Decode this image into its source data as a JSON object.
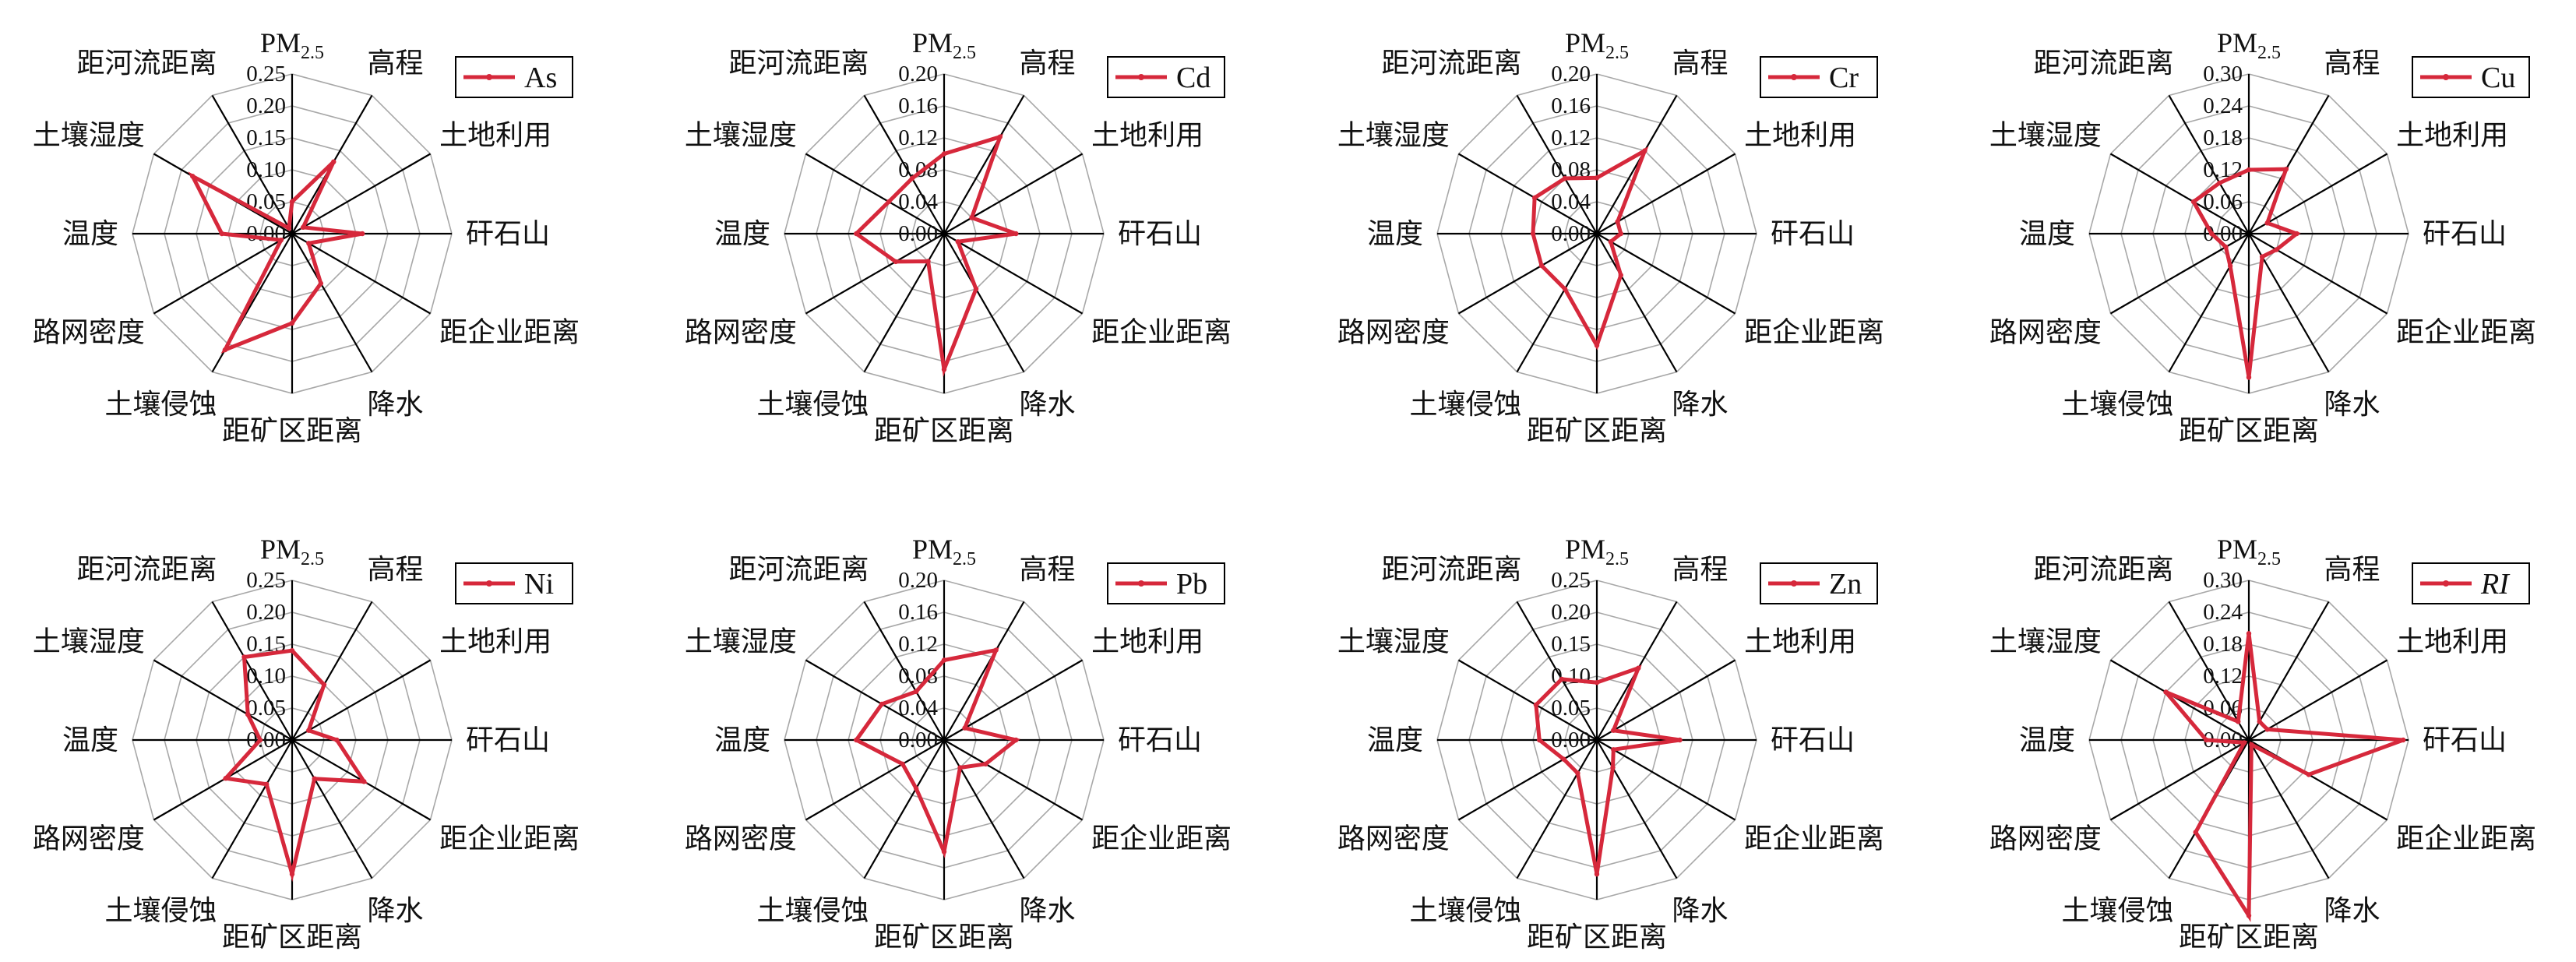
{
  "colors": {
    "series": "#d6283b",
    "axis": "#000000",
    "grid": "#a8a8a8",
    "text": "#111111"
  },
  "chart_data": [
    {
      "type": "radar",
      "title": "",
      "axes": [
        "PM2.5",
        "高程",
        "土地利用",
        "矸石山",
        "距企业距离",
        "降水",
        "距矿区距离",
        "土壤侵蚀",
        "路网密度",
        "温度",
        "土壤湿度",
        "距河流距离"
      ],
      "ticks": [
        "0.00",
        "0.05",
        "0.10",
        "0.15",
        "0.20",
        "0.25"
      ],
      "range": [
        0,
        0.25
      ],
      "grid": true,
      "legend": "top-right",
      "series": [
        {
          "name": "As",
          "italic": false,
          "values": [
            0.05,
            0.13,
            0.02,
            0.11,
            0.03,
            0.09,
            0.14,
            0.21,
            0.02,
            0.11,
            0.18,
            0.01
          ]
        }
      ]
    },
    {
      "type": "radar",
      "title": "",
      "axes": [
        "PM2.5",
        "高程",
        "土地利用",
        "矸石山",
        "距企业距离",
        "降水",
        "距矿区距离",
        "土壤侵蚀",
        "路网密度",
        "温度",
        "土壤湿度",
        "距河流距离"
      ],
      "ticks": [
        "0.00",
        "0.04",
        "0.08",
        "0.12",
        "0.16",
        "0.20"
      ],
      "range": [
        0,
        0.2
      ],
      "grid": true,
      "legend": "top-right",
      "series": [
        {
          "name": "Cd",
          "italic": false,
          "values": [
            0.1,
            0.14,
            0.04,
            0.09,
            0.02,
            0.08,
            0.17,
            0.04,
            0.07,
            0.11,
            0.08,
            0.08
          ]
        }
      ]
    },
    {
      "type": "radar",
      "title": "",
      "axes": [
        "PM2.5",
        "高程",
        "土地利用",
        "矸石山",
        "距企业距离",
        "降水",
        "距矿区距离",
        "土壤侵蚀",
        "路网密度",
        "温度",
        "土壤湿度",
        "距河流距离"
      ],
      "ticks": [
        "0.00",
        "0.04",
        "0.08",
        "0.12",
        "0.16",
        "0.20"
      ],
      "range": [
        0,
        0.2
      ],
      "grid": true,
      "legend": "top-right",
      "series": [
        {
          "name": "Cr",
          "italic": false,
          "values": [
            0.07,
            0.12,
            0.03,
            0.03,
            0.02,
            0.06,
            0.14,
            0.08,
            0.08,
            0.08,
            0.09,
            0.08
          ]
        }
      ]
    },
    {
      "type": "radar",
      "title": "",
      "axes": [
        "PM2.5",
        "高程",
        "土地利用",
        "矸石山",
        "距企业距离",
        "降水",
        "距矿区距离",
        "土壤侵蚀",
        "路网密度",
        "温度",
        "土壤湿度",
        "距河流距离"
      ],
      "ticks": [
        "0.00",
        "0.06",
        "0.12",
        "0.18",
        "0.24",
        "0.30"
      ],
      "range": [
        0,
        0.3
      ],
      "grid": true,
      "legend": "top-right",
      "series": [
        {
          "name": "Cu",
          "italic": false,
          "values": [
            0.12,
            0.14,
            0.04,
            0.09,
            0.06,
            0.05,
            0.27,
            0.07,
            0.05,
            0.07,
            0.12,
            0.11
          ]
        }
      ]
    },
    {
      "type": "radar",
      "title": "",
      "axes": [
        "PM2.5",
        "高程",
        "土地利用",
        "矸石山",
        "距企业距离",
        "降水",
        "距矿区距离",
        "土壤侵蚀",
        "路网密度",
        "温度",
        "土壤湿度",
        "距河流距离"
      ],
      "ticks": [
        "0.00",
        "0.05",
        "0.10",
        "0.15",
        "0.20",
        "0.25"
      ],
      "range": [
        0,
        0.25
      ],
      "grid": true,
      "legend": "top-right",
      "series": [
        {
          "name": "Ni",
          "italic": false,
          "values": [
            0.14,
            0.1,
            0.03,
            0.07,
            0.13,
            0.07,
            0.21,
            0.08,
            0.12,
            0.05,
            0.08,
            0.15
          ]
        }
      ]
    },
    {
      "type": "radar",
      "title": "",
      "axes": [
        "PM2.5",
        "高程",
        "土地利用",
        "矸石山",
        "距企业距离",
        "降水",
        "距矿区距离",
        "土壤侵蚀",
        "路网密度",
        "温度",
        "土壤湿度",
        "距河流距离"
      ],
      "ticks": [
        "0.00",
        "0.04",
        "0.08",
        "0.12",
        "0.16",
        "0.20"
      ],
      "range": [
        0,
        0.2
      ],
      "grid": true,
      "legend": "top-right",
      "series": [
        {
          "name": "Pb",
          "italic": false,
          "values": [
            0.1,
            0.13,
            0.03,
            0.09,
            0.06,
            0.04,
            0.14,
            0.07,
            0.06,
            0.11,
            0.09,
            0.07
          ]
        }
      ]
    },
    {
      "type": "radar",
      "title": "",
      "axes": [
        "PM2.5",
        "高程",
        "土地利用",
        "矸石山",
        "距企业距离",
        "降水",
        "距矿区距离",
        "土壤侵蚀",
        "路网密度",
        "温度",
        "土壤湿度",
        "距河流距离"
      ],
      "ticks": [
        "0.00",
        "0.05",
        "0.10",
        "0.15",
        "0.20",
        "0.25"
      ],
      "range": [
        0,
        0.25
      ],
      "grid": true,
      "legend": "top-right",
      "series": [
        {
          "name": "Zn",
          "italic": false,
          "values": [
            0.09,
            0.13,
            0.03,
            0.13,
            0.03,
            0.05,
            0.21,
            0.06,
            0.06,
            0.09,
            0.11,
            0.11
          ]
        }
      ]
    },
    {
      "type": "radar",
      "title": "",
      "axes": [
        "PM2.5",
        "高程",
        "土地利用",
        "矸石山",
        "距企业距离",
        "降水",
        "距矿区距离",
        "土壤侵蚀",
        "路网密度",
        "温度",
        "土壤湿度",
        "距河流距离"
      ],
      "ticks": [
        "0.00",
        "0.06",
        "0.12",
        "0.18",
        "0.24",
        "0.30"
      ],
      "range": [
        0,
        0.3
      ],
      "grid": true,
      "legend": "top-right",
      "series": [
        {
          "name": "RI",
          "italic": true,
          "values": [
            0.2,
            0.04,
            0.04,
            0.29,
            0.13,
            0.01,
            0.33,
            0.2,
            0.01,
            0.08,
            0.18,
            0.04
          ]
        }
      ]
    }
  ]
}
